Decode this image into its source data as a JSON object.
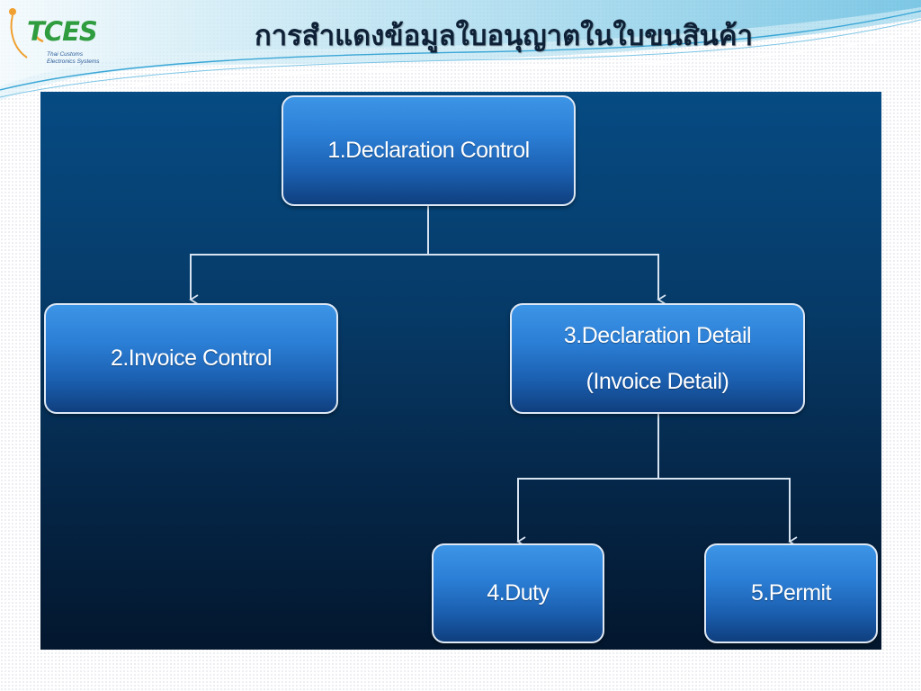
{
  "header": {
    "title": "การสำแดงข้อมูลใบอนุญาตในใบขนสินค้า",
    "logo": {
      "name": "TCES",
      "subtitle_line1": "Thai Customs",
      "subtitle_line2": "Electronics Systems"
    }
  },
  "diagram": {
    "nodes": [
      {
        "id": "declaration-control",
        "label": "1.Declaration Control"
      },
      {
        "id": "invoice-control",
        "label": "2.Invoice Control"
      },
      {
        "id": "declaration-detail",
        "label": "3.Declaration Detail",
        "label2": "(Invoice Detail)"
      },
      {
        "id": "duty",
        "label": "4.Duty"
      },
      {
        "id": "permit",
        "label": "5.Permit"
      }
    ],
    "edges": [
      {
        "from": "declaration-control",
        "to": "invoice-control"
      },
      {
        "from": "declaration-control",
        "to": "declaration-detail"
      },
      {
        "from": "declaration-detail",
        "to": "duty"
      },
      {
        "from": "declaration-detail",
        "to": "permit"
      }
    ]
  },
  "colors": {
    "box_fill": "#2b7fd6",
    "box_border": "#dfe9f5",
    "panel_top": "#064b83",
    "panel_bottom": "#03172e",
    "connector": "#d7e3f1",
    "logo_green": "#2e9c3f",
    "logo_orange": "#f0a030"
  }
}
